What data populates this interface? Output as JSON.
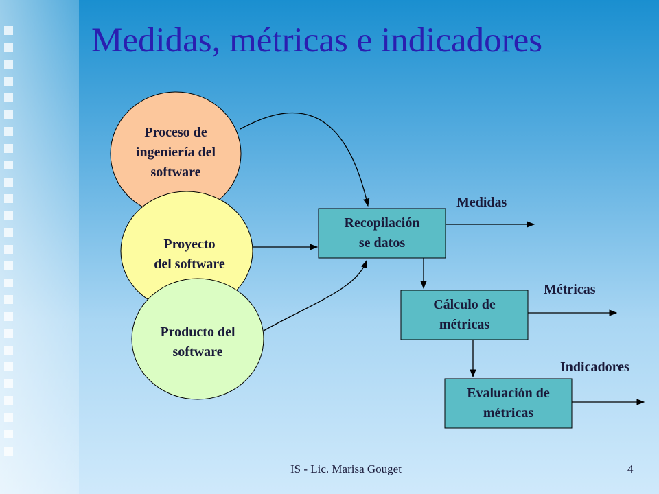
{
  "slide": {
    "title": "Medidas, métricas e indicadores",
    "footer_left": "IS - Lic. Marisa Gouget",
    "page_number": "4"
  },
  "diagram": {
    "sources": [
      {
        "label_lines": [
          "Proceso de",
          "ingeniería del",
          "software"
        ],
        "color": "#fcc79c"
      },
      {
        "label_lines": [
          "Proyecto",
          "del software"
        ],
        "color": "#fdfca0"
      },
      {
        "label_lines": [
          "Producto del",
          "software"
        ],
        "color": "#dbfdc3"
      }
    ],
    "steps": [
      {
        "label_lines": [
          "Recopilación",
          "se datos"
        ],
        "output": "Medidas"
      },
      {
        "label_lines": [
          "Cálculo de",
          "métricas"
        ],
        "output": "Métricas"
      },
      {
        "label_lines": [
          "Evaluación de",
          "métricas"
        ],
        "output": "Indicadores"
      }
    ],
    "box_color": "#5bbdc6"
  }
}
